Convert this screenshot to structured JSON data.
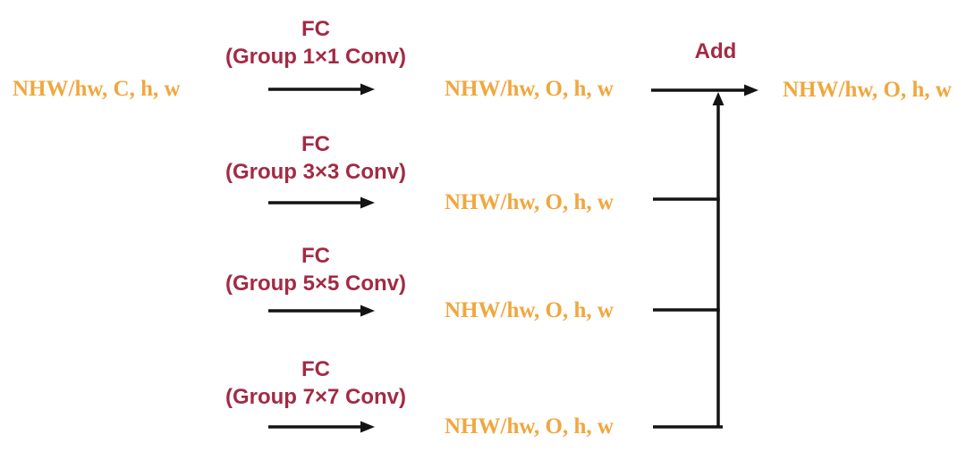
{
  "colors": {
    "label_orange": "#F0A73E",
    "label_red": "#A32A44",
    "arrow_black": "#131313",
    "background": "#FFFFFF"
  },
  "input": {
    "label": "NHW/hw, C, h, w"
  },
  "branches": [
    {
      "op": "FC",
      "detail": "(Group 1×1 Conv)",
      "output": "NHW/hw, O, h, w"
    },
    {
      "op": "FC",
      "detail": "(Group 3×3 Conv)",
      "output": "NHW/hw, O, h, w"
    },
    {
      "op": "FC",
      "detail": "(Group 5×5 Conv)",
      "output": "NHW/hw, O, h, w"
    },
    {
      "op": "FC",
      "detail": "(Group 7×7 Conv)",
      "output": "NHW/hw, O, h, w"
    }
  ],
  "merge": {
    "op": "Add",
    "output": "NHW/hw, O, h, w"
  }
}
